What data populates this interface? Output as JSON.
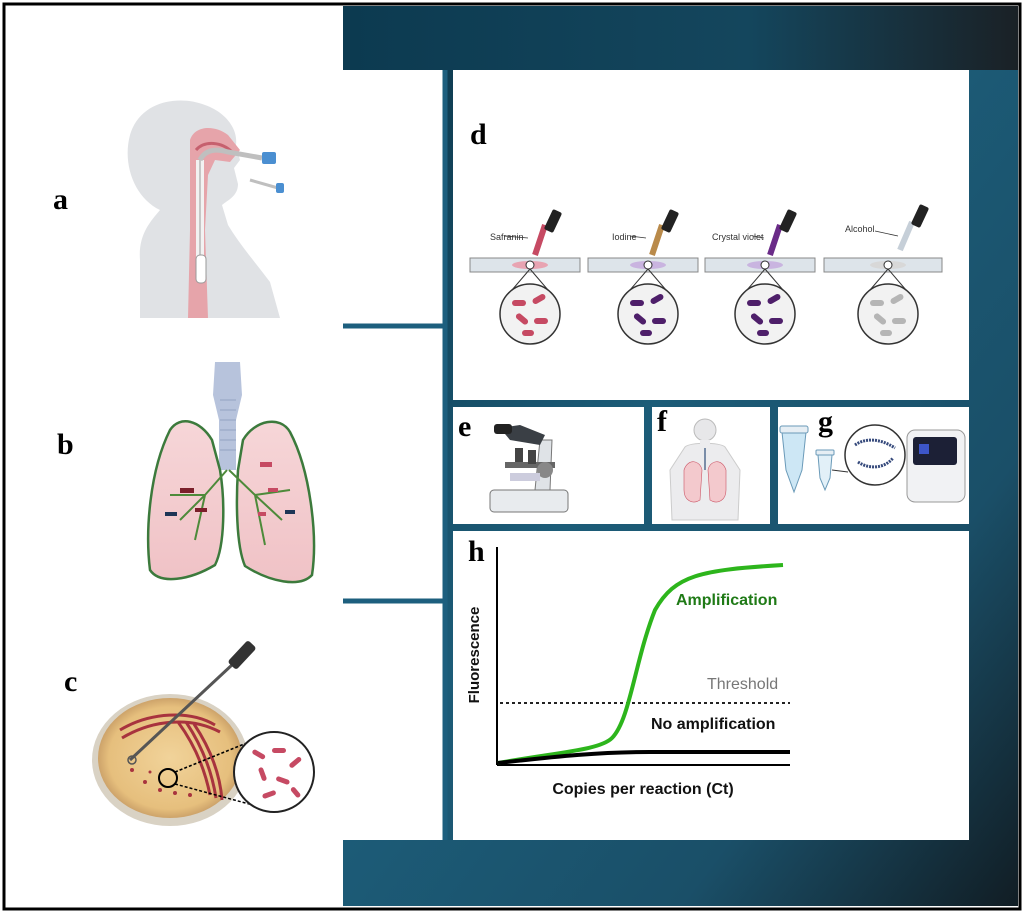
{
  "labels": {
    "a": "a",
    "b": "b",
    "c": "c",
    "d": "d",
    "e": "e",
    "f": "f",
    "g": "g",
    "h": "h"
  },
  "stains": [
    "Safranin",
    "Iodine",
    "Crystal violet",
    "Alcohol"
  ],
  "colors": {
    "panel_bg_dark": "#0e2d3d",
    "panel_bg_mid": "#1b5a77",
    "connector": "#1d5f7e",
    "amplification": "#2db51c",
    "safranin": "#c64a63",
    "iodine": "#b98a4a",
    "crystal_violet": "#6a2b88",
    "alcohol": "#b9c4cf"
  },
  "plot": {
    "ylabel": "Fluorescence",
    "xlabel": "Copies per reaction (Ct)",
    "threshold_label": "Threshold",
    "amplification_label": "Amplification",
    "no_amplification_label": "No amplification"
  }
}
